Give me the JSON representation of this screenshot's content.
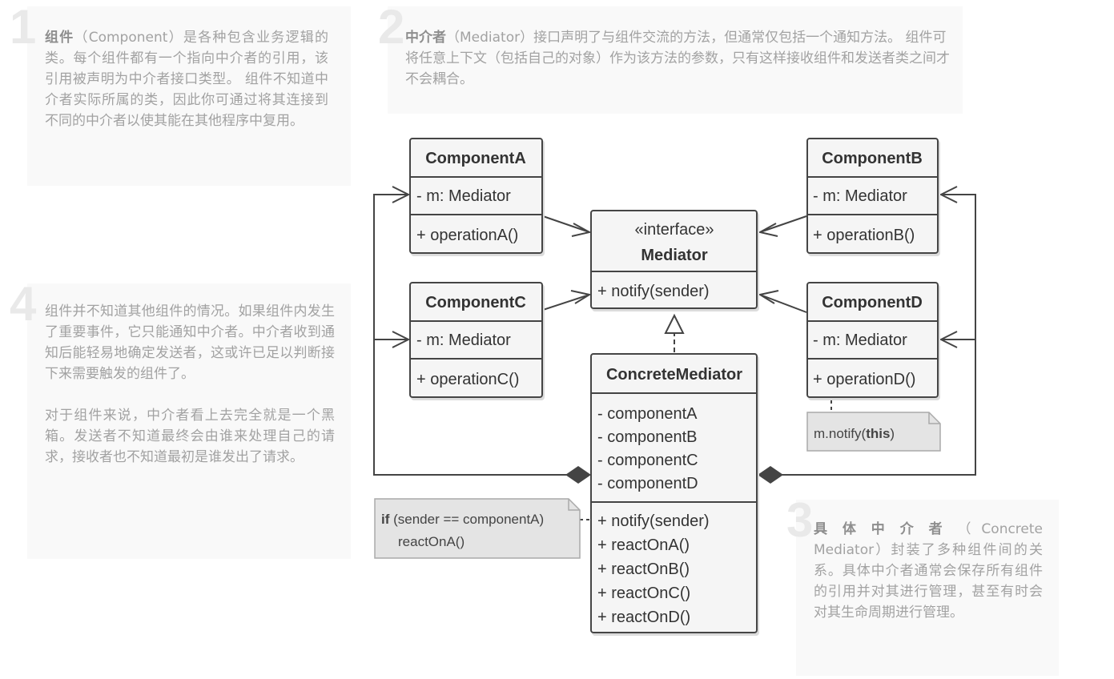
{
  "notes": {
    "n1": {
      "number": "1",
      "term": "组件",
      "text": "（Component）是各种包含业务逻辑的类。每个组件都有一个指向中介者的引用，该引用被声明为中介者接口类型。 组件不知道中介者实际所属的类，因此你可通过将其连接到不同的中介者以使其能在其他程序中复用。"
    },
    "n2": {
      "number": "2",
      "term": "中介者",
      "text": "（Mediator）接口声明了与组件交流的方法，但通常仅包括一个通知方法。 组件可将任意上下文（包括自己的对象）作为该方法的参数，只有这样接收组件和发送者类之间才不会耦合。"
    },
    "n3": {
      "number": "3",
      "term": "具体中介者",
      "text": "（Concrete Mediator）封装了多种组件间的关系。具体中介者通常会保存所有组件的引用并对其进行管理，甚至有时会对其生命周期进行管理。"
    },
    "n4": {
      "number": "4",
      "p1": "组件并不知道其他组件的情况。如果组件内发生了重要事件，它只能通知中介者。中介者收到通知后能轻易地确定发送者，这或许已足以判断接下来需要触发的组件了。",
      "p2": "对于组件来说，中介者看上去完全就是一个黑箱。发送者不知道最终会由谁来处理自己的请求，接收者也不知道最初是谁发出了请求。"
    }
  },
  "diagram": {
    "componentA": {
      "name": "ComponentA",
      "field": "- m: Mediator",
      "method": "+ operationA()"
    },
    "componentB": {
      "name": "ComponentB",
      "field": "- m: Mediator",
      "method": "+ operationB()"
    },
    "componentC": {
      "name": "ComponentC",
      "field": "- m: Mediator",
      "method": "+ operationC()"
    },
    "componentD": {
      "name": "ComponentD",
      "field": "- m: Mediator",
      "method": "+ operationD()"
    },
    "mediator": {
      "stereotype": "«interface»",
      "name": "Mediator",
      "method": "+ notify(sender)"
    },
    "concrete": {
      "name": "ConcreteMediator",
      "fields": [
        "- componentA",
        "- componentB",
        "- componentC",
        "- componentD"
      ],
      "methods": [
        "+ notify(sender)",
        "+ reactOnA()",
        "+ reactOnB()",
        "+ reactOnC()",
        "+ reactOnD()"
      ]
    },
    "noteD": {
      "prefix": "m.notify(",
      "keyword": "this",
      "suffix": ")"
    },
    "noteNotify": {
      "keyword": "if",
      "line1": " (sender == componentA)",
      "line2": "reactOnA()"
    }
  }
}
